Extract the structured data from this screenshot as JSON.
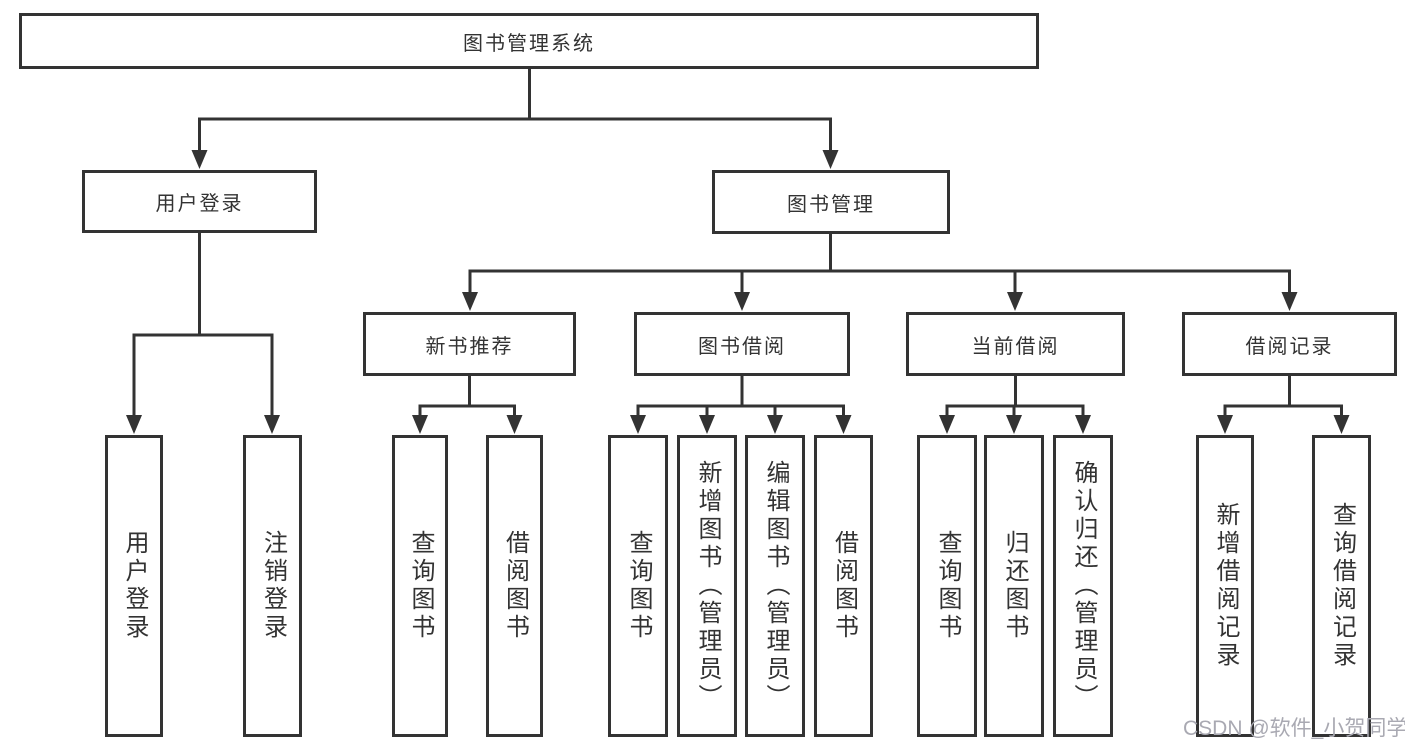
{
  "diagram": {
    "root": {
      "label": "图书管理系统"
    },
    "level2": [
      {
        "id": "user-login",
        "label": "用户登录",
        "children": [
          {
            "label": "用户登录"
          },
          {
            "label": "注销登录"
          }
        ]
      },
      {
        "id": "book-management",
        "label": "图书管理",
        "children": [
          {
            "id": "new-book-recommend",
            "label": "新书推荐",
            "children": [
              {
                "label": "查询图书"
              },
              {
                "label": "借阅图书"
              }
            ]
          },
          {
            "id": "book-borrowing",
            "label": "图书借阅",
            "children": [
              {
                "label": "查询图书"
              },
              {
                "label": "新增图书（管理员）"
              },
              {
                "label": "编辑图书（管理员）"
              },
              {
                "label": "借阅图书"
              }
            ]
          },
          {
            "id": "current-borrowing",
            "label": "当前借阅",
            "children": [
              {
                "label": "查询图书"
              },
              {
                "label": "归还图书"
              },
              {
                "label": "确认归还（管理员）"
              }
            ]
          },
          {
            "id": "borrowing-records",
            "label": "借阅记录",
            "children": [
              {
                "label": "新增借阅记录"
              },
              {
                "label": "查询借阅记录"
              }
            ]
          }
        ]
      }
    ]
  },
  "watermark": {
    "text": "CSDN @软件_小贺同学"
  },
  "colors": {
    "line": "#333333",
    "box_border": "#333333",
    "text": "#333333",
    "watermark": "#a9a9b2",
    "background": "#ffffff"
  }
}
